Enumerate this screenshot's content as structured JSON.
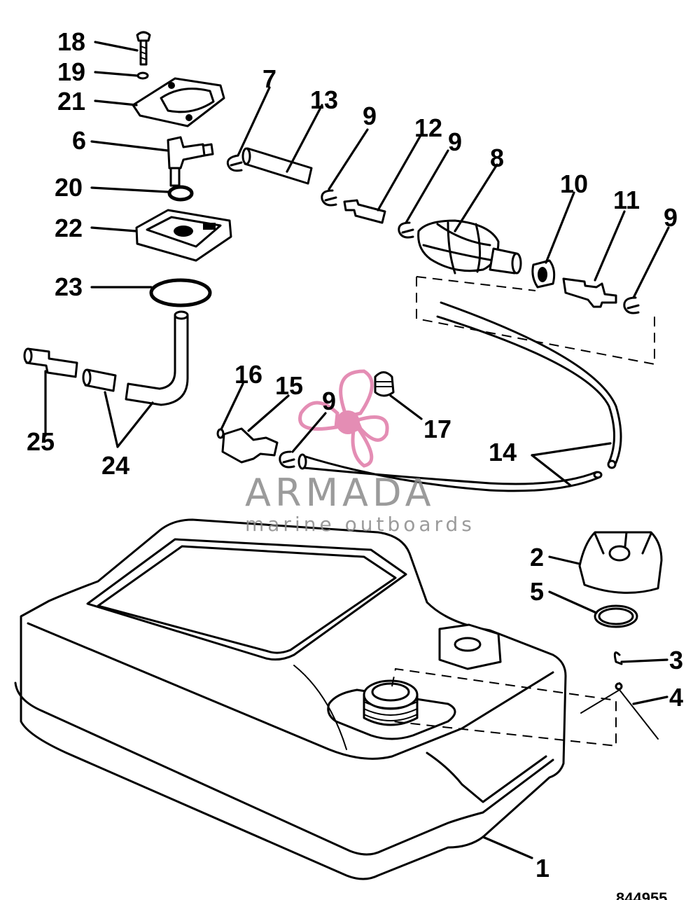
{
  "callouts": {
    "p18": "18",
    "p19": "19",
    "p21": "21",
    "p6": "6",
    "p20": "20",
    "p22": "22",
    "p23": "23",
    "p7": "7",
    "p13": "13",
    "p9a": "9",
    "p12": "12",
    "p9b": "9",
    "p8": "8",
    "p10": "10",
    "p11": "11",
    "p9c": "9",
    "p16": "16",
    "p15": "15",
    "p9d": "9",
    "p17": "17",
    "p14": "14",
    "p25": "25",
    "p24": "24",
    "p2": "2",
    "p5": "5",
    "p3": "3",
    "p4": "4",
    "p1": "1"
  },
  "watermark": {
    "title": "ARMADA",
    "subtitle": "marine outboards",
    "logo_icon": "propeller-logo-icon",
    "accent_color": "#e07aa8",
    "text_color": "#8a8a8a"
  },
  "drawing_number": "844955"
}
